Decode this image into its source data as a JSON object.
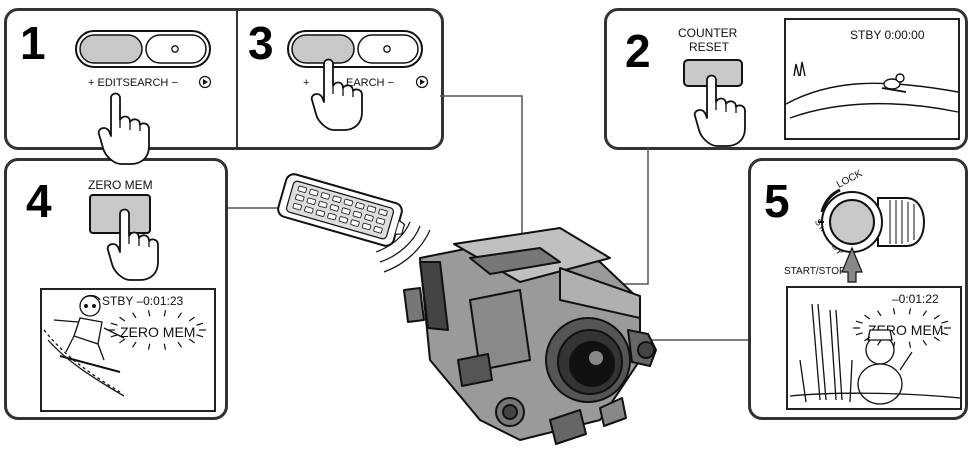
{
  "steps": {
    "step1": {
      "number": "1",
      "label": "+ EDITSEARCH −"
    },
    "step2": {
      "number": "2",
      "button_label_line1": "COUNTER",
      "button_label_line2": "RESET",
      "screen_text": "STBY  0:00:00"
    },
    "step3": {
      "number": "3",
      "label_left": "+",
      "label_right": "EARCH −"
    },
    "step4": {
      "number": "4",
      "button_label": "ZERO MEM",
      "screen_counter": "STBY –0:01:23",
      "screen_flash": "ZERO MEM"
    },
    "step5": {
      "number": "5",
      "dial_lock": "LOCK",
      "dial_standby": "STANDBY",
      "button_label": "START/STOP",
      "screen_counter": "–0:01:22",
      "screen_flash": "ZERO MEM"
    }
  },
  "colors": {
    "border": "#333333",
    "button_fill": "#c8c8c8",
    "line": "#555555"
  },
  "icons": [
    "pointing-hand-icon",
    "camcorder-illustration",
    "remote-control-illustration",
    "skier-illustration",
    "snowman-illustration"
  ]
}
